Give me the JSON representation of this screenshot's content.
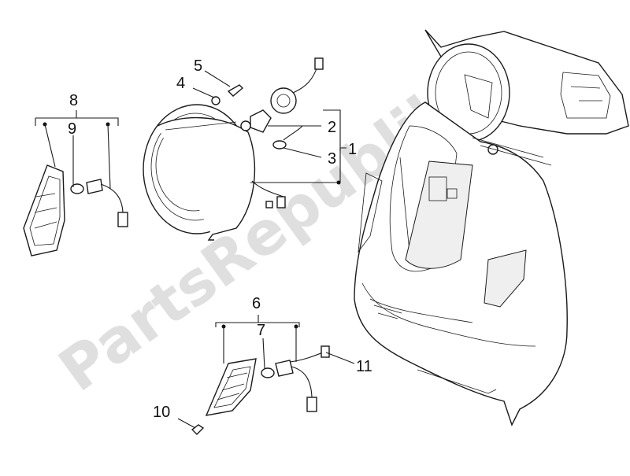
{
  "watermark": "PartsRepublik",
  "callouts": {
    "c1": "1",
    "c2": "2",
    "c3": "3",
    "c4": "4",
    "c5": "5",
    "c6": "6",
    "c7": "7",
    "c8": "8",
    "c9": "9",
    "c10": "10",
    "c11": "11"
  },
  "icons": {
    "watermark_gear": "gear-icon"
  }
}
